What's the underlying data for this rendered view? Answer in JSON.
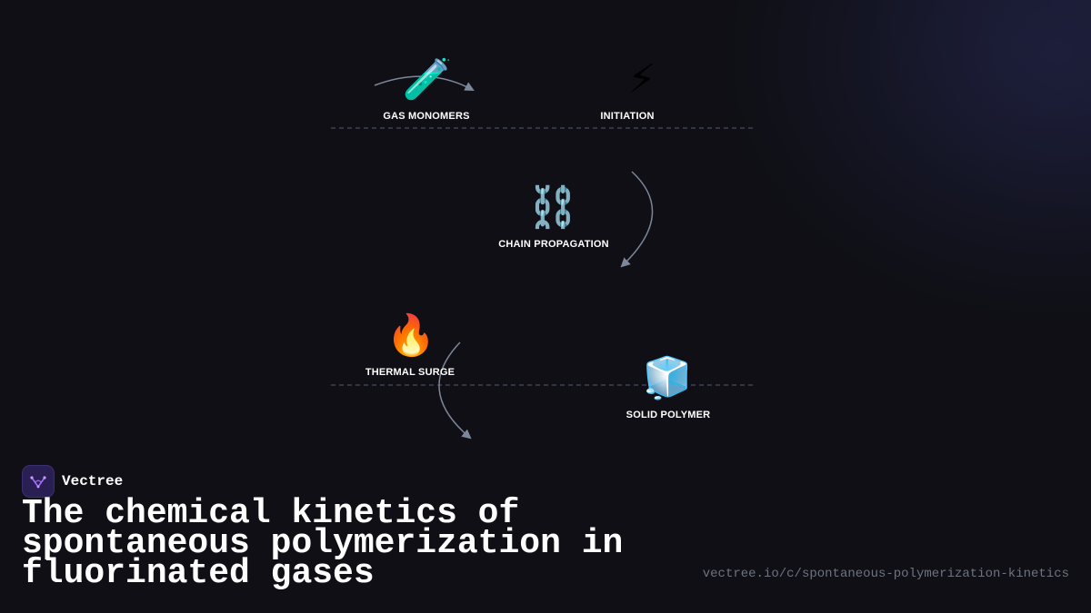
{
  "colors": {
    "background": "#0f0f15",
    "arrow": "#7c879b",
    "divider": "#3b4354",
    "label": "#ffffff",
    "url": "#6f7380",
    "brand_accent": "#a46bff"
  },
  "diagram": {
    "stages": [
      {
        "icon": "🧪",
        "icon_name": "test-tube-icon",
        "label": "GAS MONOMERS"
      },
      {
        "icon": "⚡",
        "icon_name": "lightning-icon",
        "label": "INITIATION"
      },
      {
        "icon": "⛓️",
        "icon_name": "chain-icon",
        "label": "CHAIN PROPAGATION"
      },
      {
        "icon": "🔥",
        "icon_name": "fire-icon",
        "label": "THERMAL SURGE"
      },
      {
        "icon": "🧊",
        "icon_name": "ice-cube-icon",
        "label": "SOLID POLYMER"
      }
    ]
  },
  "brand": {
    "name": "Vectree",
    "icon_name": "vectree-logo-icon"
  },
  "title": "The chemical kinetics of spontaneous polymerization in fluorinated gases",
  "url": "vectree.io/c/spontaneous-polymerization-kinetics"
}
